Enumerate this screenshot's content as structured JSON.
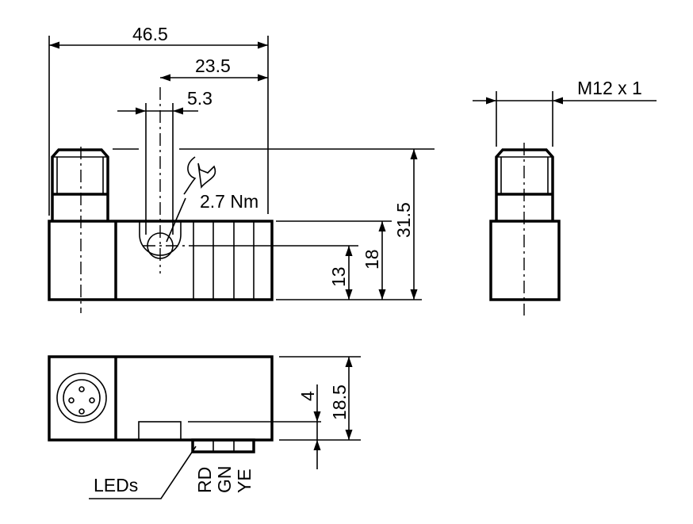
{
  "drawing": {
    "dimensions": {
      "overall_length": "46.5",
      "slot_offset": "23.5",
      "slot_width": "5.3",
      "overall_height": "31.5",
      "body_height": "18",
      "hole_height": "13",
      "thread": "M12 x 1",
      "depth": "18.5",
      "led_offset": "4"
    },
    "torque": "2.7 Nm",
    "leds_label": "LEDs",
    "led_colors": [
      "RD",
      "GN",
      "YE"
    ]
  }
}
